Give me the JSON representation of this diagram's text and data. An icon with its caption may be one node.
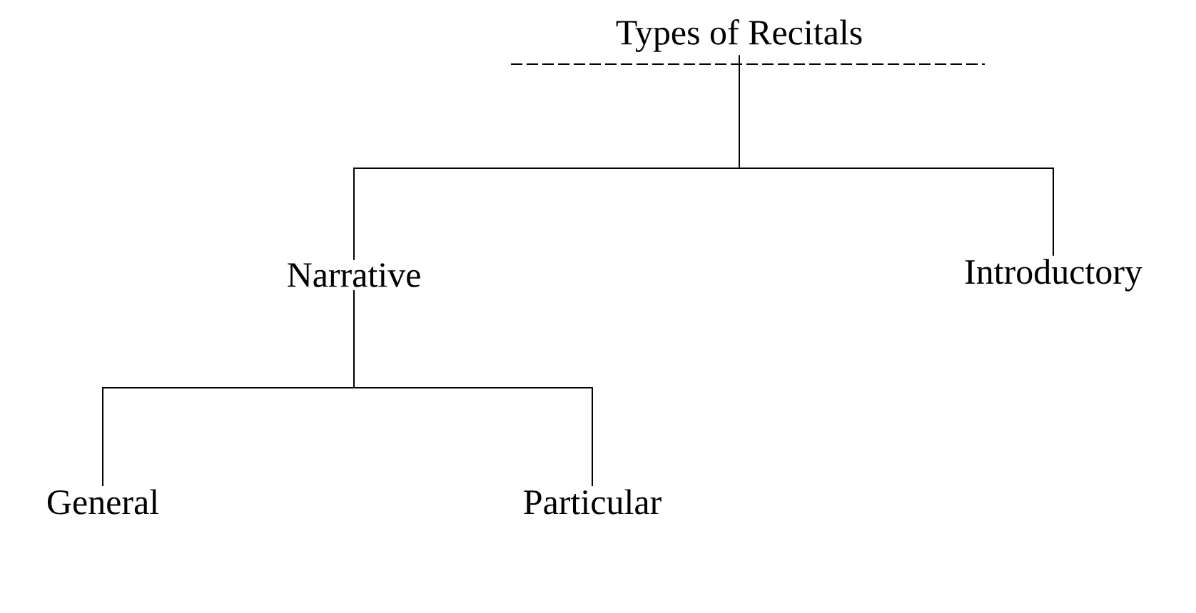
{
  "diagram": {
    "nodes": [
      {
        "text": [
          "Types of Recitals"
        ]
      },
      {
        "text": [
          "Narrative"
        ]
      },
      {
        "text": [
          "Introductory"
        ]
      },
      {
        "text": [
          "General"
        ]
      },
      {
        "text": [
          "Particular"
        ]
      }
    ],
    "edges": [
      {
        "from": 0,
        "to": 1,
        "arrow": "none"
      },
      {
        "from": 0,
        "to": 2,
        "arrow": "none"
      },
      {
        "from": 1,
        "to": 3,
        "arrow": "none"
      },
      {
        "from": 1,
        "to": 4,
        "arrow": "none"
      }
    ]
  }
}
